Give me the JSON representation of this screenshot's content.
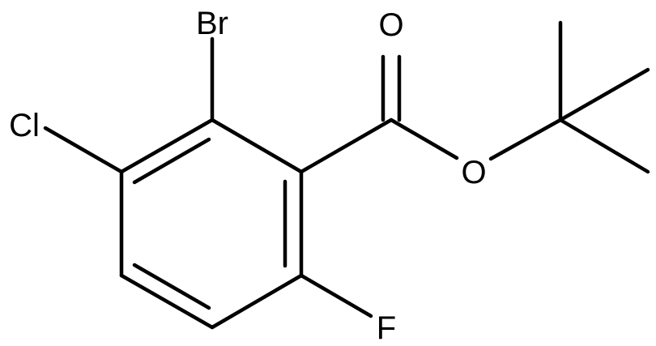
{
  "molecule": {
    "atom_labels": {
      "br": "Br",
      "cl": "Cl",
      "o_carbonyl": "O",
      "o_ester": "O",
      "f": "F"
    },
    "colors": {
      "bond": "#000000",
      "label": "#000000",
      "background": "#ffffff"
    }
  }
}
